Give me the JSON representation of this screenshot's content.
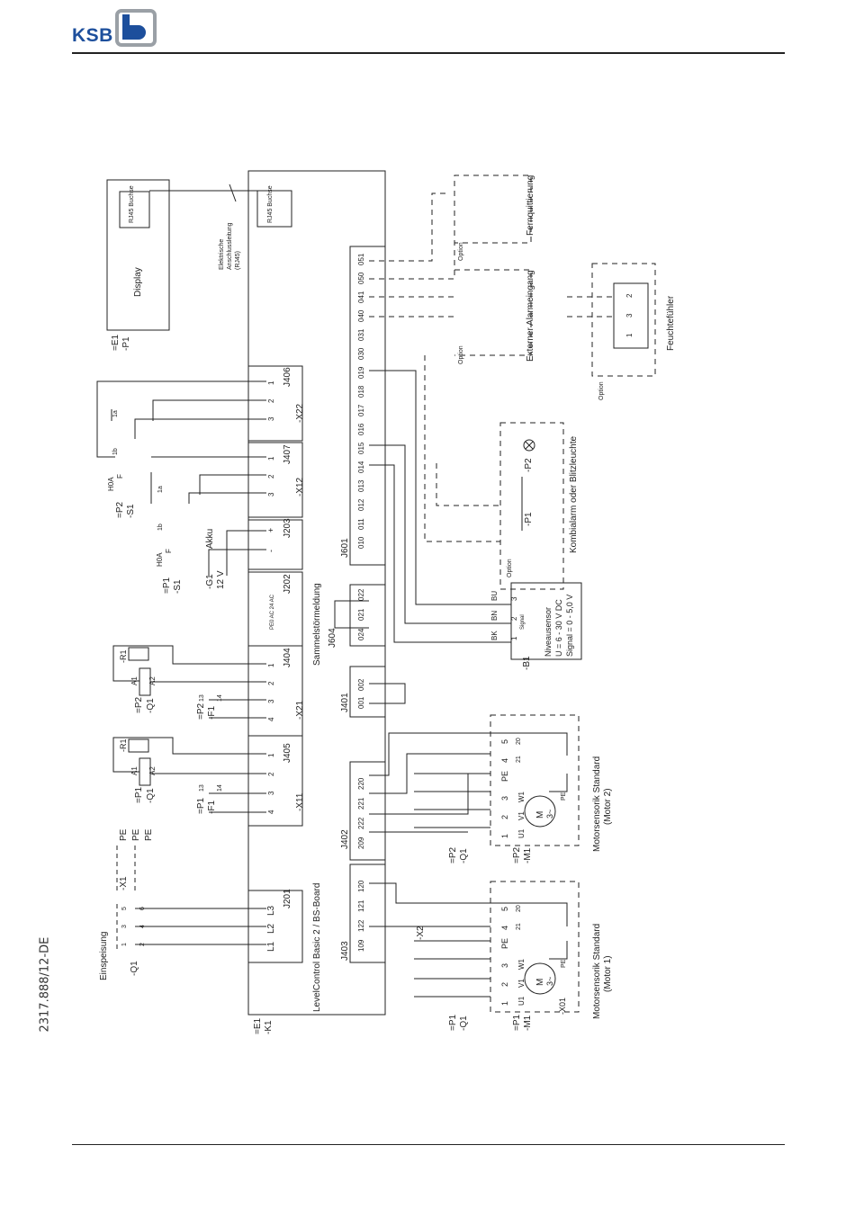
{
  "header": {
    "brand": "KSB",
    "logo_colors": {
      "text": "#1d4f9c",
      "mark": "#1d4f9c",
      "frame": "#9aa0a6"
    }
  },
  "footer": {
    "document_number": "2317.888/12-DE"
  },
  "diagram": {
    "board": {
      "ref": "=E1\n-K1",
      "ref1": "=E1",
      "ref2": "-K1",
      "name": "LevelControl Basic 2 / BS-Board",
      "summary_label": "Sammelstörmeldung"
    },
    "display": {
      "ref1": "=E1",
      "ref2": "-P1",
      "label": "Display",
      "rj45": "RJ45 Buchse"
    },
    "rj45_board": "RJ45 Buchse",
    "cable_label": [
      "Elektrische",
      "Anschlussleitung",
      "(RJ45)"
    ],
    "connectors": {
      "j201": "J201",
      "x11": "-X11",
      "j405": "J405",
      "x21": "-X21",
      "j404": "J404",
      "j202": "J202",
      "j203": "J203",
      "x12": "-X12",
      "j407": "J407",
      "x22": "-X22",
      "j406": "J406",
      "j403": "J403",
      "j402": "J402",
      "j401": "J401",
      "j604": "J604",
      "j601": "J601"
    },
    "j201_pins": [
      "L1",
      "L2",
      "L3"
    ],
    "x11_pins": [
      "1",
      "2",
      "3",
      "4"
    ],
    "x21_pins": [
      "1",
      "2",
      "3",
      "4"
    ],
    "j202_pins": [
      "PE",
      "0 AC 24 AC"
    ],
    "j203_pins": [
      "-",
      "+"
    ],
    "x12_pins": [
      "1",
      "2",
      "3"
    ],
    "x22_pins": [
      "1",
      "2",
      "3"
    ],
    "j403_pins": [
      "109",
      "122",
      "121",
      "120"
    ],
    "j402_pins": [
      "209",
      "222",
      "221",
      "220"
    ],
    "j401_pins": [
      "001",
      "002"
    ],
    "j604_pins": [
      "024",
      "021",
      "022"
    ],
    "j601_pins": [
      "010",
      "011",
      "012",
      "013",
      "014",
      "015",
      "016",
      "017",
      "018",
      "019",
      "030",
      "031",
      "040",
      "041",
      "050",
      "051"
    ],
    "supply": {
      "label": "Einspeisung",
      "switch": "-Q1",
      "terminal": "-X1",
      "pe": [
        "PE",
        "PE",
        "PE"
      ],
      "nums": [
        "1",
        "2",
        "3",
        "4",
        "5",
        "6"
      ]
    },
    "akku": {
      "ref": "-G1",
      "label": "Akku",
      "voltage": "12 V"
    },
    "contactor1": {
      "ref1": "=P1",
      "ref2": "-Q1",
      "coil": [
        "A1",
        "A2"
      ],
      "r": "-R1"
    },
    "contactor2": {
      "ref1": "=P2",
      "ref2": "-Q1",
      "coil": [
        "A1",
        "A2"
      ],
      "r": "-R1"
    },
    "fuse1": {
      "ref1": "=P1",
      "ref2": "-F1",
      "nums": [
        "13",
        "14"
      ]
    },
    "fuse2": {
      "ref1": "=P2",
      "ref2": "-F1",
      "nums": [
        "13",
        "14"
      ]
    },
    "selector1": {
      "ref1": "=P1",
      "ref2": "-S1",
      "label": "H0A",
      "c1": "1a",
      "c2": "1b",
      "f": "F"
    },
    "selector2": {
      "ref1": "=P2",
      "ref2": "-S1",
      "label": "H0A",
      "c1": "1a",
      "c2": "1b",
      "f": "F"
    },
    "sensor": {
      "ref": "-B1",
      "title": "Niveausensor",
      "supply": "U = 6 - 30 V DC",
      "signal": "Signal = 0 - 5,0 V",
      "wires": [
        "BK",
        "BN",
        "BU"
      ],
      "pins": [
        "1",
        "2",
        "3"
      ],
      "sig": "Signal"
    },
    "alarm": {
      "title": "Kombialarm oder Blitzleuchte",
      "p1": "-P1",
      "p2": "-P2",
      "option": "Option"
    },
    "ext_alarm": {
      "title": "Externer Alarmeingang",
      "option": "Option"
    },
    "remote_ack": {
      "title": "Fernquittierung",
      "option": "Option"
    },
    "moisture": {
      "title": "Feuchtefühler",
      "option": "Option",
      "pins": [
        "1",
        "3",
        "2"
      ]
    },
    "motor1": {
      "ref1": "=P1",
      "ref2": "-M1",
      "title": "Motorsensorik Standard",
      "subtitle": "(Motor 1)",
      "x": "-X01",
      "x2": "-X2",
      "terminals": [
        "1",
        "2",
        "3",
        "PE",
        "4",
        "5"
      ],
      "windings": [
        "U1",
        "V1",
        "W1"
      ],
      "m": "M",
      "phase": "3~",
      "pe": "PE",
      "q": "-Q1",
      "qref": "=P1",
      "th": [
        "21",
        "20"
      ]
    },
    "motor2": {
      "ref1": "=P2",
      "ref2": "-M1",
      "title": "Motorsensorik Standard",
      "subtitle": "(Motor 2)",
      "terminals": [
        "1",
        "2",
        "3",
        "PE",
        "4",
        "5"
      ],
      "windings": [
        "U1",
        "V1",
        "W1"
      ],
      "m": "M",
      "phase": "3~",
      "pe": "PE",
      "q": "-Q1",
      "qref": "=P2",
      "th": [
        "21",
        "20"
      ]
    }
  }
}
